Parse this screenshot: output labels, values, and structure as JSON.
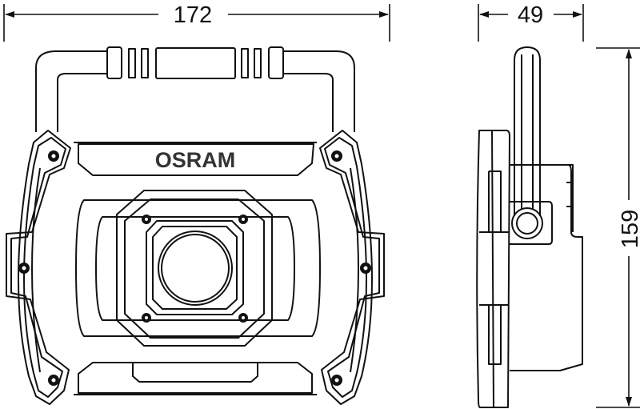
{
  "drawing": {
    "brand_logo": "OSRAM",
    "dimensions": {
      "width_front": "172",
      "depth_side": "49",
      "height_side": "159"
    },
    "line_color": "#111111",
    "background": "#ffffff"
  }
}
